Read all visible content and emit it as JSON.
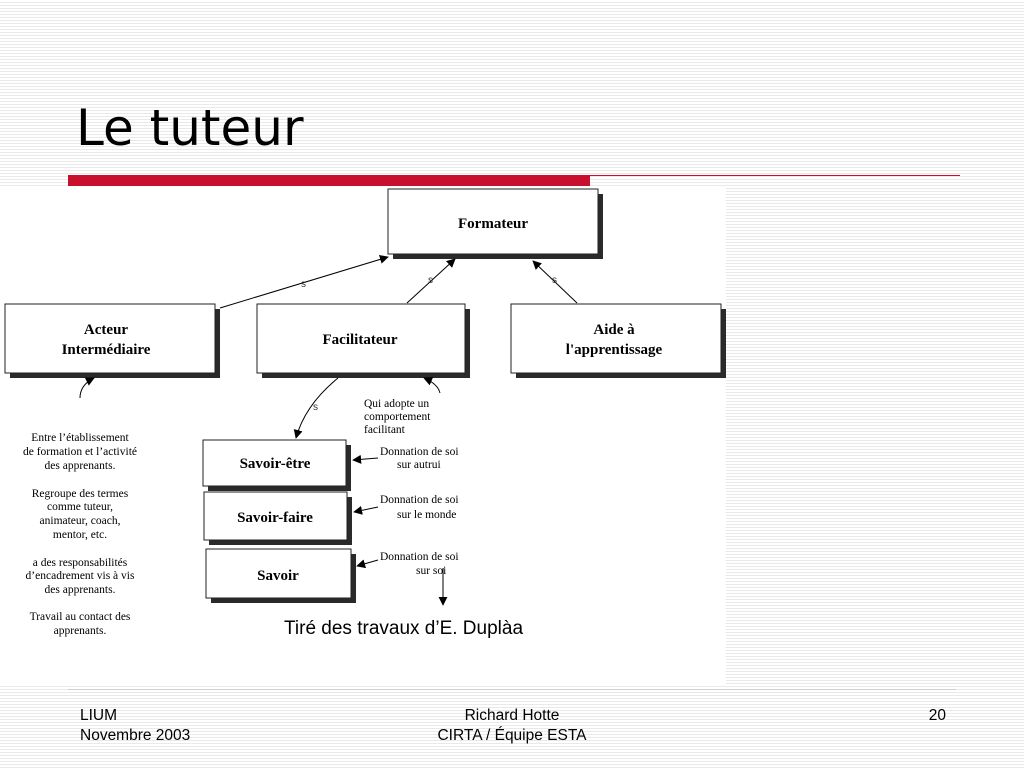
{
  "slide": {
    "title": "Le tuteur",
    "caption": "Tiré des travaux d’E. Duplàa"
  },
  "diagram": {
    "boxes": {
      "formateur": "Formateur",
      "acteur": [
        "Acteur",
        "Intermédiaire"
      ],
      "facilitateur": "Facilitateur",
      "aide": [
        "Aide à",
        "l'apprentissage"
      ],
      "savoir_etre": "Savoir-être",
      "savoir_faire": "Savoir-faire",
      "savoir": "Savoir"
    },
    "edge_label": "s",
    "facilitateur_note": [
      "Qui adopte un",
      "comportement",
      "facilitant"
    ],
    "savoir_notes": {
      "etre": [
        "Donnation de soi",
        "sur autrui"
      ],
      "faire": [
        "Donnation de soi",
        "sur le monde"
      ],
      "savoir": [
        "Donnation de soi",
        "sur soi"
      ]
    },
    "acteur_notes": [
      [
        "Entre l’établissement",
        "de formation et l’activité",
        "des apprenants."
      ],
      [
        "Regroupe des termes",
        "comme tuteur,",
        "animateur, coach,",
        "mentor, etc."
      ],
      [
        "a des responsabilités",
        "d’encadrement vis à vis",
        "des apprenants."
      ],
      [
        "Travail au contact des",
        "apprenants."
      ]
    ]
  },
  "footer": {
    "left": [
      "LIUM",
      "Novembre 2003"
    ],
    "center": [
      "Richard Hotte",
      "CIRTA / Équipe ESTA"
    ],
    "page_number": "20"
  },
  "colors": {
    "accent_bar": "#c8102e"
  }
}
